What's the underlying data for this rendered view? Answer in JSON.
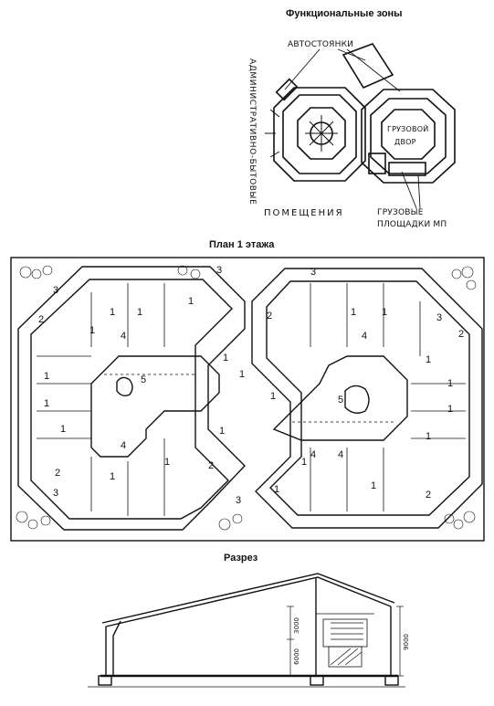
{
  "titles": {
    "zones": "Функциональные зоны",
    "plan": "План 1 этажа",
    "section": "Разрез"
  },
  "zones": {
    "parking": "АВТОСТОЯНКИ",
    "admin": "АДМИНИСТРАТИВНО-БЫТОВЫЕ",
    "rooms": "ПОМЕЩЕНИЯ",
    "cargo_yard_1": "ГРУЗОВОЙ",
    "cargo_yard_2": "ДВОР",
    "cargo_platforms_1": "ГРУЗОВЫЕ",
    "cargo_platforms_2": "ПЛОЩАДКИ МП"
  },
  "plan_labels": {
    "n1": "1",
    "n2": "2",
    "n3": "3",
    "n4": "4",
    "n5": "5"
  },
  "section_dims": {
    "d1": "3000",
    "d2": "6000",
    "d3": "9000"
  }
}
